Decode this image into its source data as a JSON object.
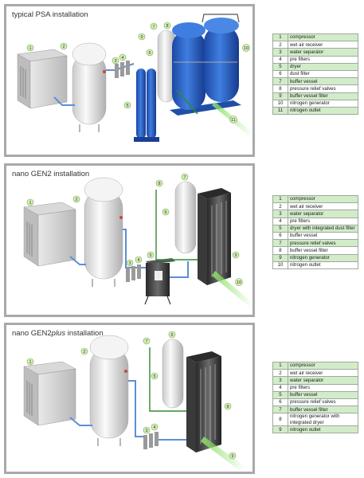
{
  "panels": [
    {
      "title": "typical PSA installation",
      "legend": [
        [
          "1",
          "compressor"
        ],
        [
          "2",
          "wet air receiver"
        ],
        [
          "3",
          "water separator"
        ],
        [
          "4",
          "pre filters"
        ],
        [
          "5",
          "dryer"
        ],
        [
          "6",
          "dust filter"
        ],
        [
          "7",
          "buffer vessel"
        ],
        [
          "8",
          "pressure relief valves"
        ],
        [
          "9",
          "buffer vessel filter"
        ],
        [
          "10",
          "nitrogen generator"
        ],
        [
          "11",
          "nitrogen outlet"
        ]
      ]
    },
    {
      "title": "nano GEN2 installation",
      "legend": [
        [
          "1",
          "compressor"
        ],
        [
          "2",
          "wet air receiver"
        ],
        [
          "3",
          "water separator"
        ],
        [
          "4",
          "pre filters"
        ],
        [
          "5",
          "dryer with integrated dust filter"
        ],
        [
          "6",
          "buffer vessel"
        ],
        [
          "7",
          "pressure relief valves"
        ],
        [
          "8",
          "buffer vessel filter"
        ],
        [
          "9",
          "nitrogen generator"
        ],
        [
          "10",
          "nitrogen outlet"
        ]
      ]
    },
    {
      "title_prefix": "nano GEN2",
      "title_italic": "plus",
      "title_suffix": " installation",
      "legend": [
        [
          "1",
          "compressor"
        ],
        [
          "2",
          "wet air receiver"
        ],
        [
          "3",
          "water separator"
        ],
        [
          "4",
          "pre filters"
        ],
        [
          "5",
          "buffer vessel"
        ],
        [
          "6",
          "pressure relief valves"
        ],
        [
          "7",
          "buffer vessel filter"
        ],
        [
          "8",
          "nitrogen generator with integrated dryer"
        ],
        [
          "9",
          "nitrogen outlet"
        ]
      ]
    }
  ],
  "callouts": {
    "p1": [
      "1",
      "2",
      "3",
      "4",
      "5",
      "6",
      "7",
      "8",
      "9",
      "10",
      "11"
    ],
    "p2": [
      "1",
      "2",
      "3",
      "4",
      "5",
      "6",
      "7",
      "8",
      "9",
      "10"
    ],
    "p3": [
      "1",
      "2",
      "3",
      "4",
      "5",
      "6",
      "7",
      "8",
      "9"
    ]
  },
  "colors": {
    "panel_border": "#a9a9a9",
    "vessel_blue": "#2a5fc8",
    "pipe_blue": "#5b8fd6",
    "pipe_green": "#2f8a2f",
    "beam_green": "#7dd65a",
    "legend_shade": "#d2ecc9"
  }
}
